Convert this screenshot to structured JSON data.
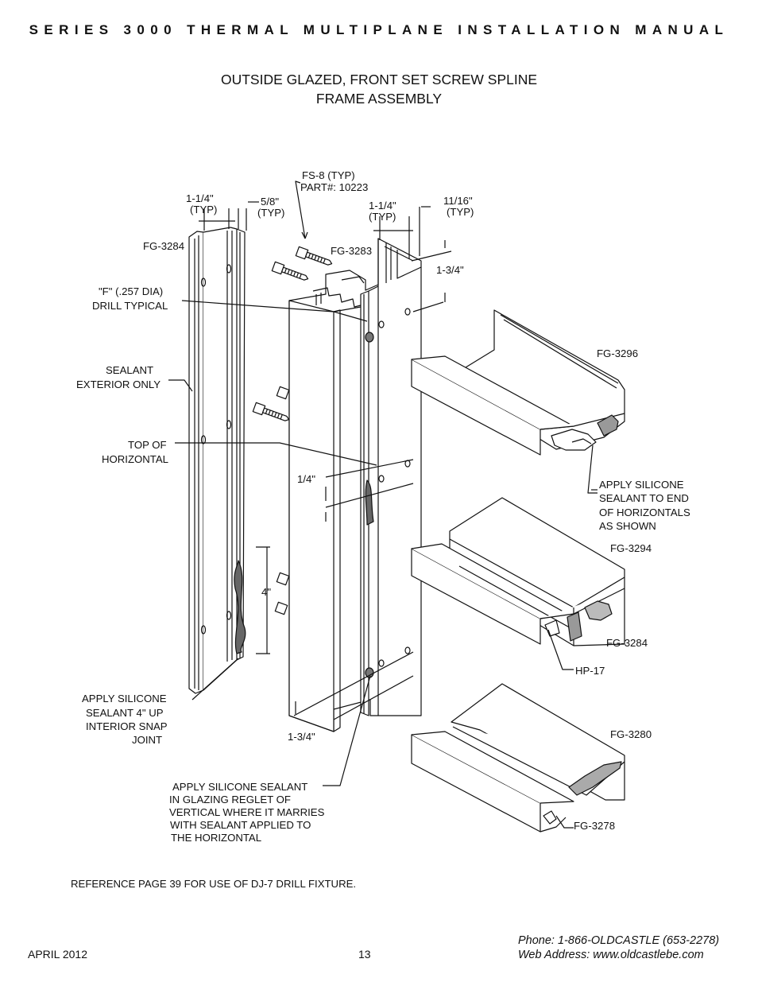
{
  "header": "SERIES 3000 THERMAL MULTIPLANE INSTALLATION MANUAL",
  "title_line1": "OUTSIDE GLAZED, FRONT SET SCREW SPLINE",
  "title_line2": "FRAME ASSEMBLY",
  "labels": {
    "fs8_line1": "FS-8 (TYP)",
    "fs8_line2": "PART#: 10223",
    "dim_114_a": "1-1/4\"",
    "typ_a": "(TYP)",
    "dim_58": "5/8\"",
    "typ_b": "(TYP)",
    "dim_114_b": "1-1/4\"",
    "typ_c": "(TYP)",
    "dim_1116": "11/16\"",
    "typ_d": "(TYP)",
    "fg3284_left": "FG-3284",
    "fg3283": "FG-3283",
    "dim_134_top": "1-3/4\"",
    "drill_line1": "\"F\" (.257 DIA)",
    "drill_line2": "DRILL  TYPICAL",
    "fg3296": "FG-3296",
    "sealant_line1": "SEALANT",
    "sealant_line2": "EXTERIOR ONLY",
    "top_line1": "TOP OF",
    "top_line2": "HORIZONTAL",
    "dim_14": "1/4\"",
    "apply_end_1": "APPLY SILICONE",
    "apply_end_2": "SEALANT TO END",
    "apply_end_3": "OF HORIZONTALS",
    "apply_end_4": "AS SHOWN",
    "fg3294": "FG-3294",
    "dim_4": "4\"",
    "fg3284_right": "FG-3284",
    "hp17": "HP-17",
    "apply_snap_1": "APPLY SILICONE",
    "apply_snap_2": "SEALANT 4\" UP",
    "apply_snap_3": "INTERIOR SNAP",
    "apply_snap_4": "JOINT",
    "dim_134_bottom": "1-3/4\"",
    "fg3280": "FG-3280",
    "apply_reglet_1": "APPLY SILICONE SEALANT",
    "apply_reglet_2": "IN GLAZING REGLET OF",
    "apply_reglet_3": "VERTICAL WHERE IT MARRIES",
    "apply_reglet_4": "WITH SEALANT APPLIED TO",
    "apply_reglet_5": "THE HORIZONTAL",
    "fg3278": "FG-3278"
  },
  "reference_note": "REFERENCE PAGE 39 FOR USE OF DJ-7 DRILL FIXTURE.",
  "footer": {
    "date": "APRIL 2012",
    "page": "13",
    "phone": "Phone: 1-866-OLDCASTLE (653-2278)",
    "web": "Web Address: www.oldcastlebe.com"
  }
}
